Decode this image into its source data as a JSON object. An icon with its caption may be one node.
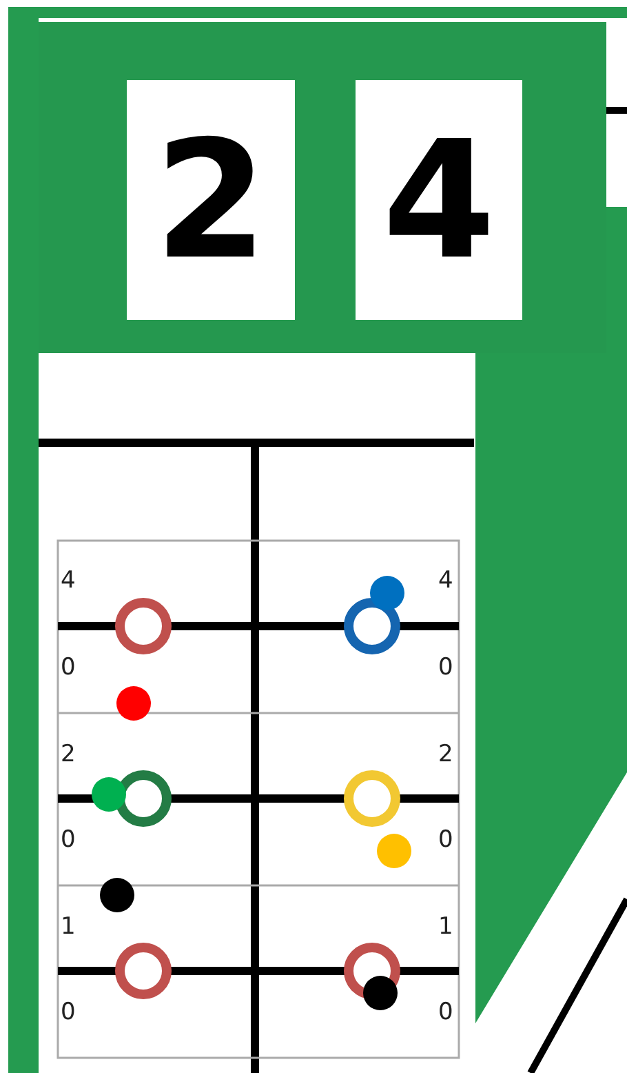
{
  "diagram": {
    "nodes": [
      {
        "text": [
          "2"
        ]
      },
      {
        "text": [
          "4"
        ]
      }
    ],
    "labels": [
      "4",
      "4",
      "0",
      "0",
      "2",
      "2",
      "0",
      "0",
      "1",
      "1",
      "0",
      "0"
    ]
  }
}
